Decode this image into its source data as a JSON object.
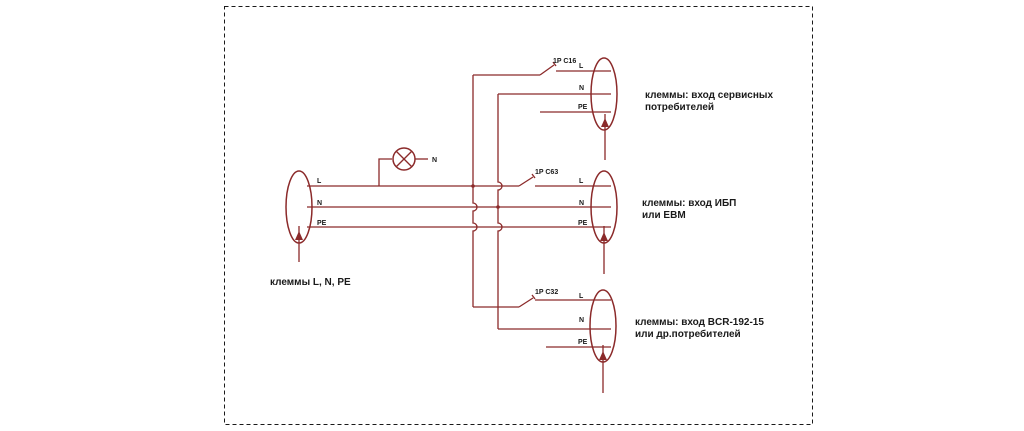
{
  "input_block": {
    "wire_labels": [
      "L",
      "N",
      "PE"
    ],
    "caption": "клеммы L, N, PE"
  },
  "lamp": {
    "label": "N"
  },
  "outputs": [
    {
      "breaker": "1P C16",
      "wire_labels": [
        "L",
        "N",
        "PE"
      ],
      "caption_lines": [
        "клеммы: вход сервисных",
        "потребителей"
      ]
    },
    {
      "breaker": "1P C63",
      "wire_labels": [
        "L",
        "N",
        "PE"
      ],
      "caption_lines": [
        "клеммы: вход ИБП",
        "или EBM"
      ]
    },
    {
      "breaker": "1P C32",
      "wire_labels": [
        "L",
        "N",
        "PE"
      ],
      "caption_lines": [
        "клеммы: вход BCR-192-15",
        "или др.потребителей"
      ]
    }
  ],
  "colors": {
    "wire": "#8b2a2a",
    "frame": "#1a1a1a",
    "text": "#1a1a1a"
  }
}
